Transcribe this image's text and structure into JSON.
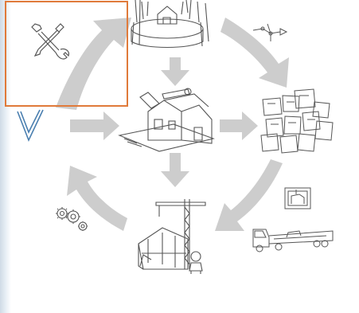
{
  "diagram": {
    "steps": [
      {
        "id": "planning",
        "icon": "people-around-table-icon"
      },
      {
        "id": "requirements",
        "icon": "notes-board-icon"
      },
      {
        "id": "construction",
        "icon": "crane-building-icon"
      },
      {
        "id": "maintenance",
        "icon": "gears-icon"
      },
      {
        "id": "tools",
        "icon": "wrench-screwdriver-icon"
      },
      {
        "id": "design",
        "icon": "house-model-icon"
      },
      {
        "id": "check",
        "icon": "checkmark-icon"
      }
    ],
    "colors": {
      "arrow": "#cdcdcd",
      "highlight_border": "#e07a3a",
      "line_art": "#555555",
      "check": "#4a7fb0"
    }
  }
}
